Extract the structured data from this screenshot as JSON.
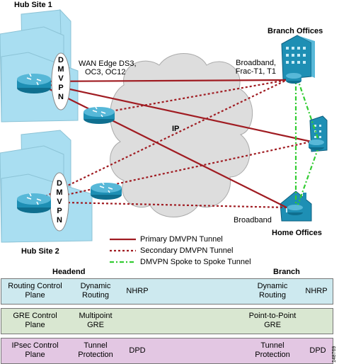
{
  "hub_site_1": {
    "label": "Hub Site 1",
    "dmvpn": "DMVPN"
  },
  "hub_site_2": {
    "label": "Hub Site 2",
    "dmvpn": "DMVPN"
  },
  "wan_edge": {
    "line1": "WAN Edge DS3,",
    "line2": "OC3, OC12"
  },
  "branch_offices": {
    "label": "Branch Offices",
    "conn_line1": "Broadband,",
    "conn_line2": "Frac-T1, T1"
  },
  "home_offices": {
    "label": "Home Offices",
    "conn": "Broadband"
  },
  "cloud": {
    "label": "IP"
  },
  "legend": {
    "primary": "Primary DMVPN Tunnel",
    "secondary": "Secondary DMVPN Tunnel",
    "spoke": "DMVPN Spoke to Spoke Tunnel"
  },
  "colors": {
    "primary": "#a01c22",
    "spoke": "#33cc33",
    "building": "#a9def1",
    "router": "#1e8fb4"
  },
  "table": {
    "headend_header": "Headend",
    "branch_header": "Branch",
    "rows": [
      {
        "plane1": "Routing Control",
        "plane2": "Plane",
        "h1a": "Dynamic",
        "h1b": "Routing",
        "h2": "NHRP",
        "b1a": "Dynamic",
        "b1b": "Routing",
        "b2": "NHRP",
        "color": "#cde9ef"
      },
      {
        "plane1": "GRE Control",
        "plane2": "Plane",
        "h1a": "Multipoint",
        "h1b": "GRE",
        "h2": "",
        "b1a": "Point-to-Point",
        "b1b": "GRE",
        "b2": "",
        "color": "#d9e7d1"
      },
      {
        "plane1": "IPsec Control",
        "plane2": "Plane",
        "h1a": "Tunnel",
        "h1b": "Protection",
        "h2": "DPD",
        "b1a": "Tunnel",
        "b1b": "Protection",
        "b2": "DPD",
        "color": "#e3c7e3"
      }
    ]
  },
  "figure_id": "148769"
}
